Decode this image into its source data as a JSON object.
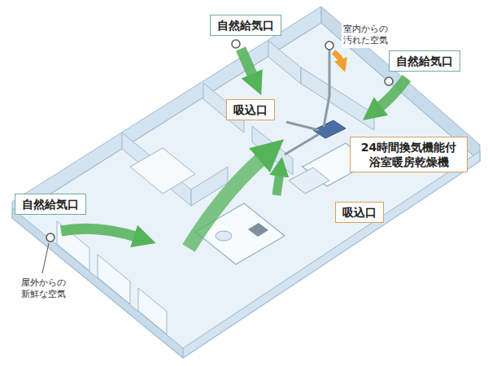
{
  "diagram": {
    "nodes": [
      {
        "text": [
          "自然給気口"
        ]
      },
      {
        "text": [
          "自然給気口"
        ]
      },
      {
        "text": [
          "吸込口"
        ]
      },
      {
        "text": [
          "24時間換気機能付 浴室暖房乾燥機"
        ]
      },
      {
        "text": [
          "自然給気口"
        ]
      },
      {
        "text": [
          "吸込口"
        ]
      }
    ],
    "labels": [
      "室内からの 汚れた空気",
      "屋外からの 新鮮な空気"
    ]
  }
}
